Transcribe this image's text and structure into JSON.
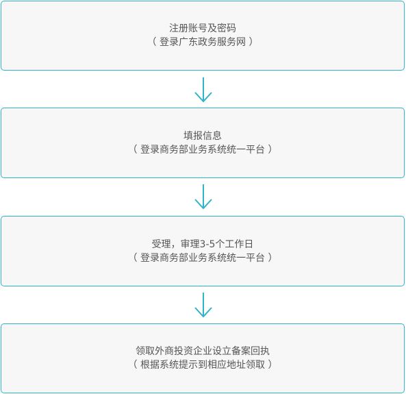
{
  "steps": [
    {
      "title": "注册账号及密码",
      "subtitle": "（ 登录广东政务服务网 ）"
    },
    {
      "title": "填报信息",
      "subtitle": "（ 登录商务部业务系统统一平台 ）"
    },
    {
      "title": "受理，审理3-5个工作日",
      "subtitle": "（ 登录商务部业务系统统一平台 ）"
    },
    {
      "title": "领取外商投资企业设立备案回执",
      "subtitle": "（ 根据系统提示到相应地址领取 ）"
    }
  ],
  "colors": {
    "border": "#2fb3c9",
    "arrow": "#2fb3c9",
    "box_fill": "#f7f7f7",
    "text": "#555555"
  },
  "icons": [
    "arrow-down-icon"
  ]
}
